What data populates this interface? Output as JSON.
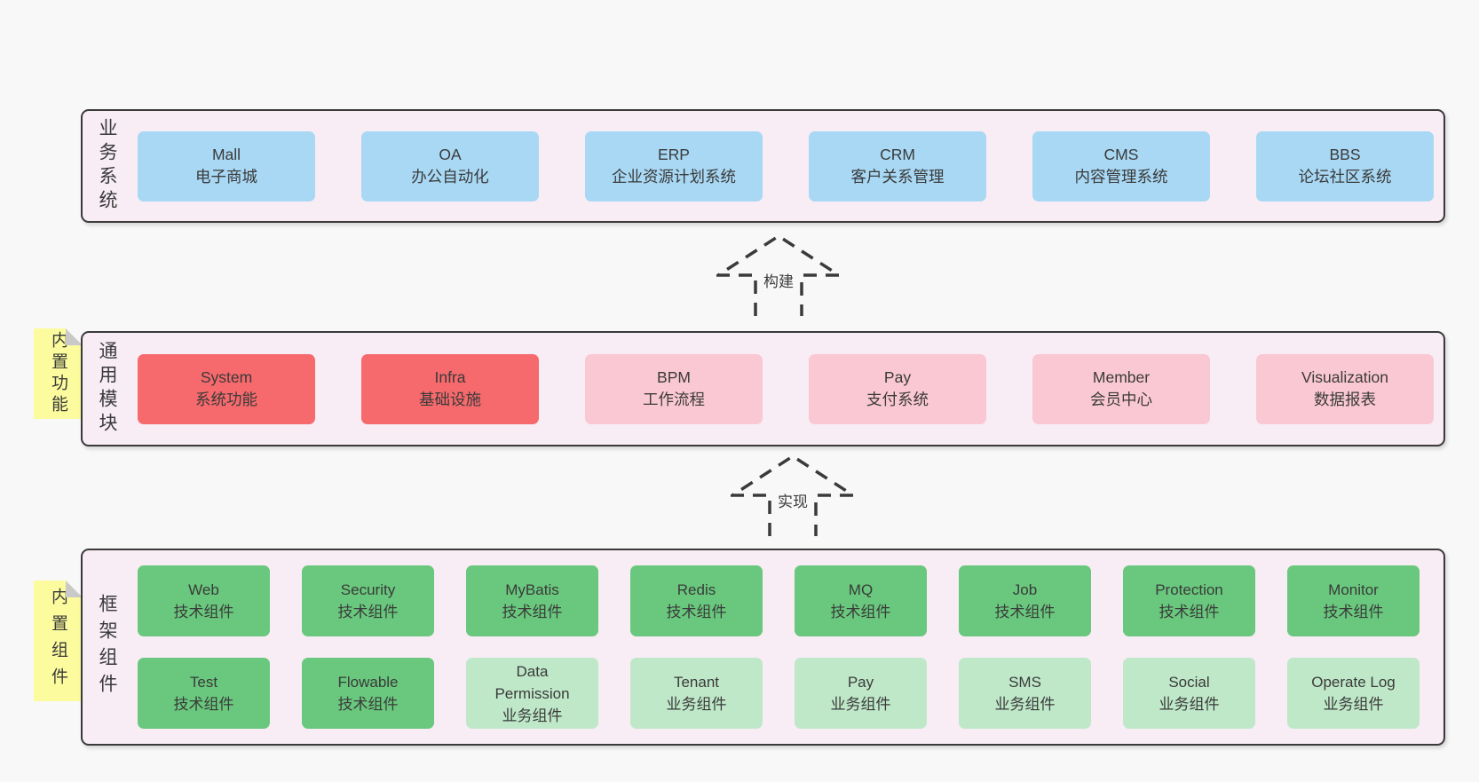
{
  "colors": {
    "page_bg": "#f8f8f8",
    "panel_bg": "#f8ecf5",
    "panel_border": "#3a3a3a",
    "blue": "#a8d8f4",
    "red": "#f6696c",
    "pink": "#fac8d2",
    "green": "#69c87d",
    "green_light": "#bfe8c9",
    "sticky_bg": "#fcfc9e",
    "sticky_fold": "#c9c9c9",
    "text": "#3a3a3a",
    "arrow": "#3a3a3a"
  },
  "arrows": [
    {
      "label": "构建"
    },
    {
      "label": "实现"
    }
  ],
  "layers": [
    {
      "id": "business",
      "label": "业务系统",
      "sticky": null,
      "rows": [
        [
          {
            "title": "Mall",
            "subtitle": "电子商城",
            "variant": "blue"
          },
          {
            "title": "OA",
            "subtitle": "办公自动化",
            "variant": "blue"
          },
          {
            "title": "ERP",
            "subtitle": "企业资源计划系统",
            "variant": "blue"
          },
          {
            "title": "CRM",
            "subtitle": "客户关系管理",
            "variant": "blue"
          },
          {
            "title": "CMS",
            "subtitle": "内容管理系统",
            "variant": "blue"
          },
          {
            "title": "BBS",
            "subtitle": "论坛社区系统",
            "variant": "blue"
          }
        ]
      ]
    },
    {
      "id": "modules",
      "label": "通用模块",
      "sticky": "内置功能",
      "rows": [
        [
          {
            "title": "System",
            "subtitle": "系统功能",
            "variant": "red"
          },
          {
            "title": "Infra",
            "subtitle": "基础设施",
            "variant": "red"
          },
          {
            "title": "BPM",
            "subtitle": "工作流程",
            "variant": "pink"
          },
          {
            "title": "Pay",
            "subtitle": "支付系统",
            "variant": "pink"
          },
          {
            "title": "Member",
            "subtitle": "会员中心",
            "variant": "pink"
          },
          {
            "title": "Visualization",
            "subtitle": "数据报表",
            "variant": "pink"
          }
        ]
      ]
    },
    {
      "id": "components",
      "label": "框架组件",
      "sticky": "内置组件",
      "rows": [
        [
          {
            "title": "Web",
            "subtitle": "技术组件",
            "variant": "green"
          },
          {
            "title": "Security",
            "subtitle": "技术组件",
            "variant": "green"
          },
          {
            "title": "MyBatis",
            "subtitle": "技术组件",
            "variant": "green"
          },
          {
            "title": "Redis",
            "subtitle": "技术组件",
            "variant": "green"
          },
          {
            "title": "MQ",
            "subtitle": "技术组件",
            "variant": "green"
          },
          {
            "title": "Job",
            "subtitle": "技术组件",
            "variant": "green"
          },
          {
            "title": "Protection",
            "subtitle": "技术组件",
            "variant": "green"
          },
          {
            "title": "Monitor",
            "subtitle": "技术组件",
            "variant": "green"
          }
        ],
        [
          {
            "title": "Test",
            "subtitle": "技术组件",
            "variant": "green"
          },
          {
            "title": "Flowable",
            "subtitle": "技术组件",
            "variant": "green"
          },
          {
            "title": "Data Permission",
            "subtitle": "业务组件",
            "variant": "green-light"
          },
          {
            "title": "Tenant",
            "subtitle": "业务组件",
            "variant": "green-light"
          },
          {
            "title": "Pay",
            "subtitle": "业务组件",
            "variant": "green-light"
          },
          {
            "title": "SMS",
            "subtitle": "业务组件",
            "variant": "green-light"
          },
          {
            "title": "Social",
            "subtitle": "业务组件",
            "variant": "green-light"
          },
          {
            "title": "Operate Log",
            "subtitle": "业务组件",
            "variant": "green-light"
          }
        ]
      ]
    }
  ]
}
